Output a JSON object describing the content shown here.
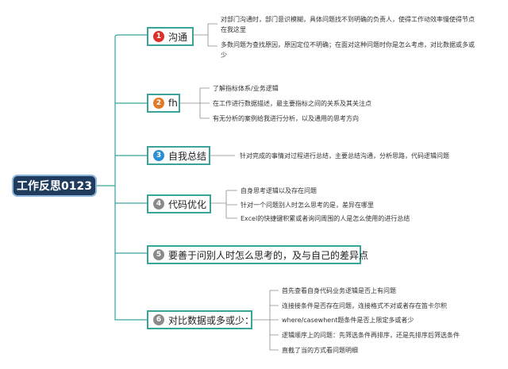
{
  "root": {
    "label": "工作反思0123"
  },
  "branches": [
    {
      "number": "1",
      "label": "沟通",
      "badge_color": "#d9322a",
      "details": [
        "对部门沟通时，部门意识模糊，具体问题找不到明确的负责人，使得工作动效率慢使得节点在我这里",
        "多数问题为查找原因，原因定位不明确；在面对这种问题时你是怎么考虑，对比数据或多或少"
      ]
    },
    {
      "number": "2",
      "label": "fh",
      "badge_color": "#e07a28",
      "details": [
        "了解指标体系/业务逻辑",
        "在工作进行数据描述，最主要指标之间的关系及其关注点",
        "有无分析的案例给我进行分析，以及通用的思考方向"
      ]
    },
    {
      "number": "3",
      "label": "自我总结",
      "badge_color": "#2b8fd0",
      "details": [
        "针对完成的事情对过程进行总结，主要总结沟通，分析思路，代码逻辑问题"
      ]
    },
    {
      "number": "4",
      "label": "代码优化",
      "badge_color": "#8a8a8a",
      "details": [
        "自身思考逻辑以及存在问题",
        "针对一个问题别人时怎么思考的是，差异在哪里",
        "Excel的快捷键积累或者询问周围的人是怎么使用的进行总结"
      ]
    },
    {
      "number": "5",
      "label": "要善于问别人时怎么思考的，及与自己的差异点",
      "badge_color": "#8a8a8a",
      "details": []
    },
    {
      "number": "6",
      "label": "对比数据或多或少：",
      "badge_color": "#8a8a8a",
      "details": [
        "首先查看自身代码业务逻辑是否上有问题",
        "连接接条件是否存在问题，连接格式不对或者存在笛卡尔积",
        "where/casewhent题条件是否上限定多或者少",
        "逻辑顺序上的问题：先筛选条件再排序，还是先排序后筛选条件",
        "直截了当的方式看问题明细"
      ]
    }
  ]
}
